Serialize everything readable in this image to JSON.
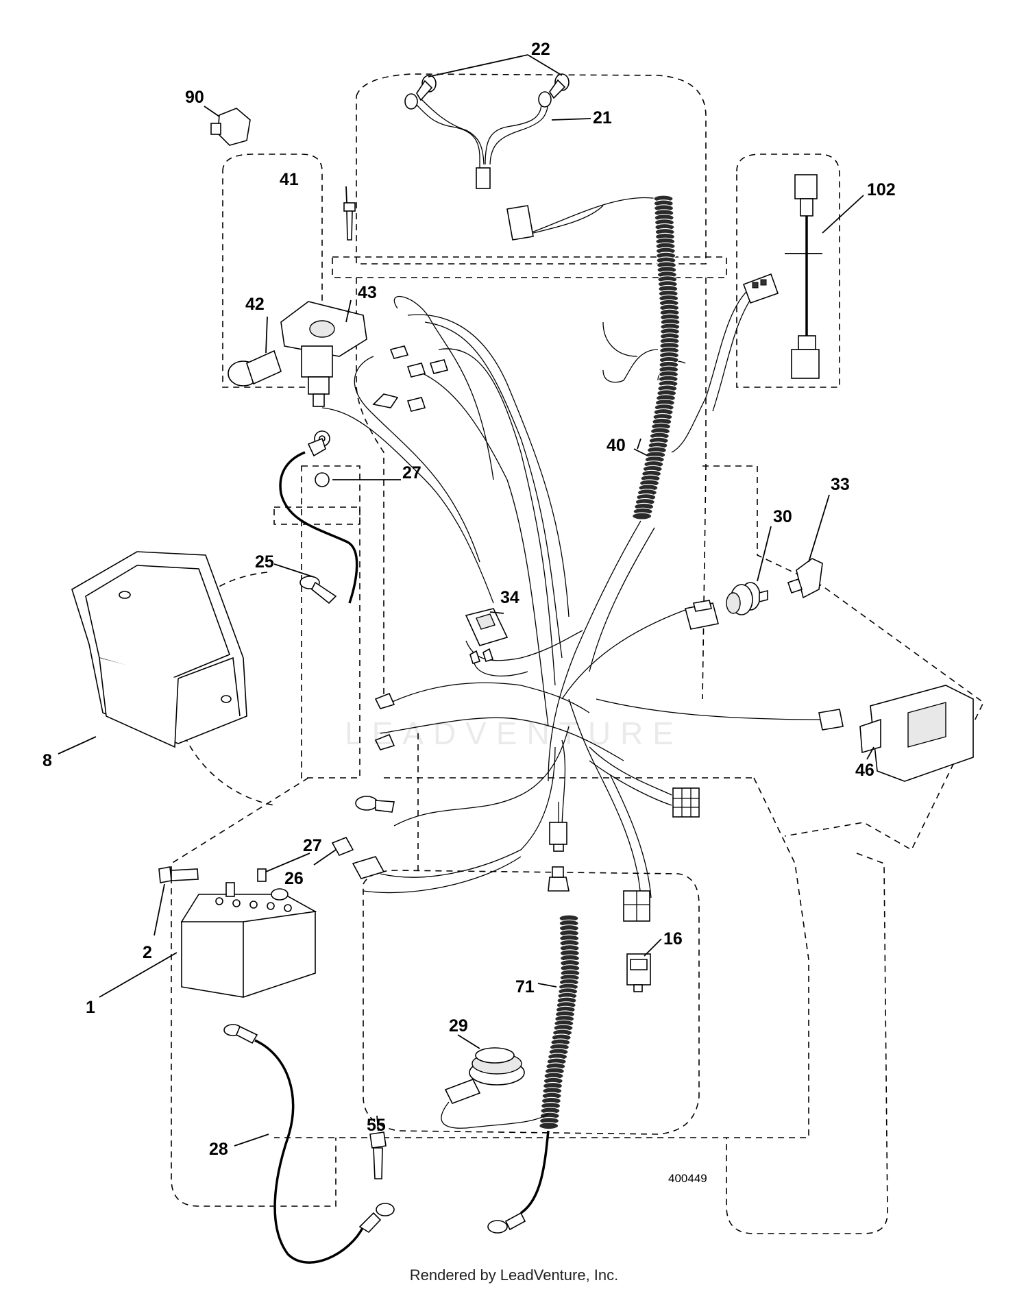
{
  "callouts": {
    "c1": "1",
    "c2": "2",
    "c8": "8",
    "c16": "16",
    "c21": "21",
    "c22": "22",
    "c25": "25",
    "c26": "26",
    "c27a": "27",
    "c27b": "27",
    "c28": "28",
    "c29": "29",
    "c30": "30",
    "c33": "33",
    "c34": "34",
    "c40": "40",
    "c41": "41",
    "c42": "42",
    "c43": "43",
    "c46": "46",
    "c55": "55",
    "c71": "71",
    "c90": "90",
    "c102": "102"
  },
  "drawing_number": "400449",
  "watermark_text": "LEADVENTURE",
  "footer_text": "Rendered by LeadVenture, Inc."
}
